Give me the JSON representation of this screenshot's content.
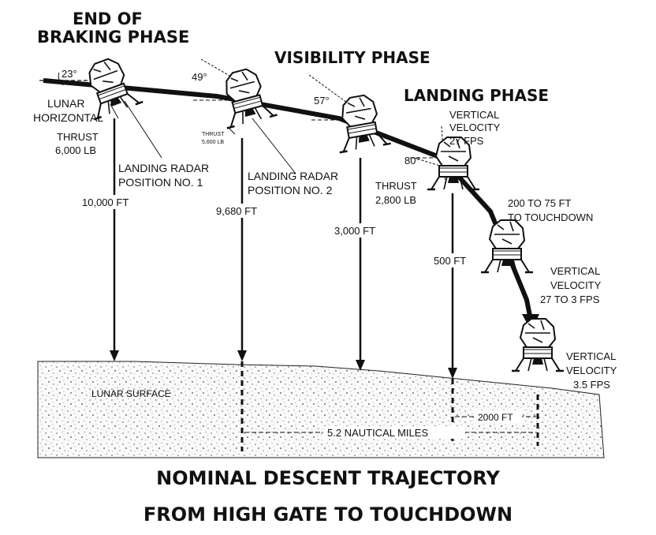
{
  "phases": {
    "braking_line1": "END OF",
    "braking_line2": "BRAKING PHASE",
    "visibility": "VISIBILITY PHASE",
    "landing": "LANDING PHASE"
  },
  "angles": {
    "a23": "23°",
    "a49": "49°",
    "a57": "57°",
    "a80": "80°"
  },
  "labels": {
    "lunar_horizontal_1": "LUNAR",
    "lunar_horizontal_2": "HORIZONTAL",
    "thrust_6000_1": "THRUST",
    "thrust_6000_2": "6,000 LB",
    "thrust_5600_1": "THRUST",
    "thrust_5600_2": "5,600 LB",
    "radar1_1": "LANDING RADAR",
    "radar1_2": "POSITION NO. 1",
    "radar2_1": "LANDING RADAR",
    "radar2_2": "POSITION NO. 2",
    "vv27_1": "VERTICAL",
    "vv27_2": "VELOCITY",
    "vv27_3": "27 FPS",
    "thrust_2800_1": "THRUST",
    "thrust_2800_2": "2,800 LB",
    "touch_1": "200 TO 75 FT",
    "touch_2": "TO TOUCHDOWN",
    "vv27to3_1": "VERTICAL",
    "vv27to3_2": "VELOCITY",
    "vv27to3_3": "27 TO 3 FPS",
    "vv35_1": "VERTICAL",
    "vv35_2": "VELOCITY",
    "vv35_3": "3.5 FPS",
    "lunar_surface": "LUNAR SURFACE"
  },
  "altitudes": {
    "alt1": "10,000 FT",
    "alt2": "9,680 FT",
    "alt3": "3,000 FT",
    "alt4": "500 FT"
  },
  "distances": {
    "nautical": "5.2 NAUTICAL MILES",
    "ft2000": "2000 FT"
  },
  "title": {
    "line1": "NOMINAL DESCENT TRAJECTORY",
    "line2": "FROM HIGH GATE TO TOUCHDOWN"
  }
}
